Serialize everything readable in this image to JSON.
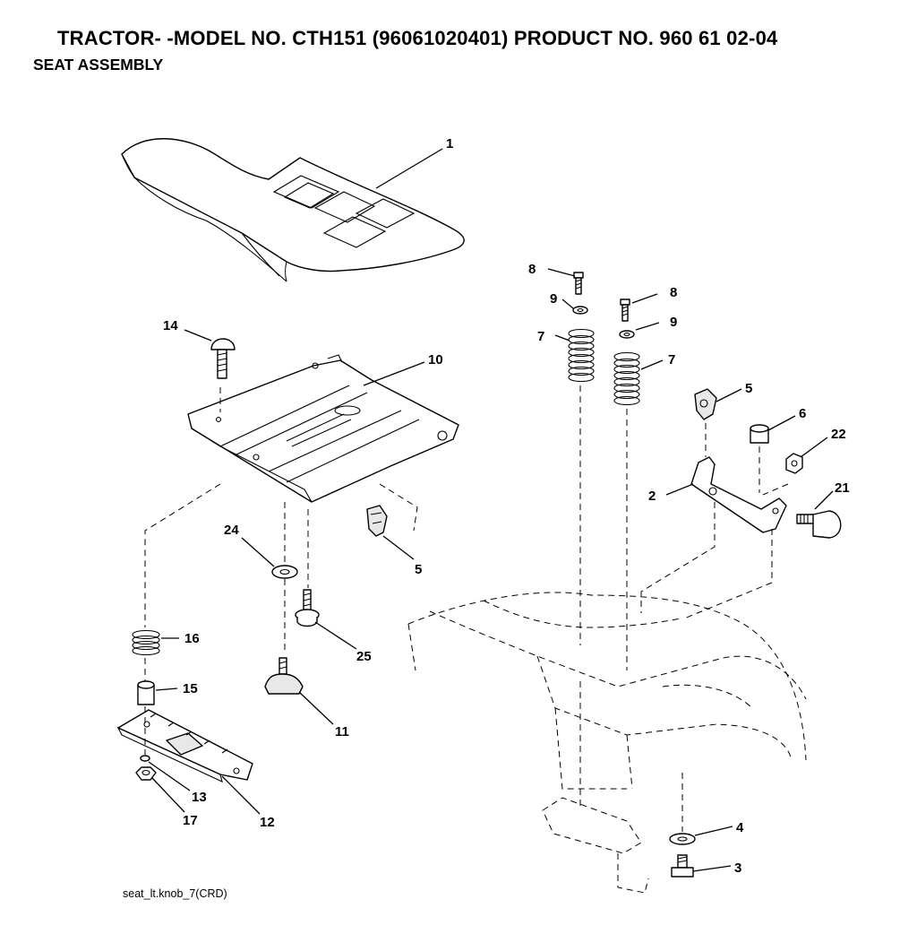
{
  "header": {
    "title": "TRACTOR- -MODEL NO. CTH151 (96061020401) PRODUCT NO. 960 61 02-04",
    "subtitle": "SEAT ASSEMBLY"
  },
  "footer": {
    "file_ref": "seat_lt.knob_7(CRD)"
  },
  "callouts": [
    {
      "id": "c1",
      "label": "1"
    },
    {
      "id": "c14",
      "label": "14"
    },
    {
      "id": "c10",
      "label": "10"
    },
    {
      "id": "c24",
      "label": "24"
    },
    {
      "id": "c5a",
      "label": "5"
    },
    {
      "id": "c16",
      "label": "16"
    },
    {
      "id": "c25",
      "label": "25"
    },
    {
      "id": "c15",
      "label": "15"
    },
    {
      "id": "c11",
      "label": "11"
    },
    {
      "id": "c13",
      "label": "13"
    },
    {
      "id": "c17",
      "label": "17"
    },
    {
      "id": "c12",
      "label": "12"
    },
    {
      "id": "c8a",
      "label": "8"
    },
    {
      "id": "c9a",
      "label": "9"
    },
    {
      "id": "c7a",
      "label": "7"
    },
    {
      "id": "c8b",
      "label": "8"
    },
    {
      "id": "c9b",
      "label": "9"
    },
    {
      "id": "c7b",
      "label": "7"
    },
    {
      "id": "c5b",
      "label": "5"
    },
    {
      "id": "c6",
      "label": "6"
    },
    {
      "id": "c22",
      "label": "22"
    },
    {
      "id": "c2",
      "label": "2"
    },
    {
      "id": "c21",
      "label": "21"
    },
    {
      "id": "c4",
      "label": "4"
    },
    {
      "id": "c3",
      "label": "3"
    }
  ]
}
